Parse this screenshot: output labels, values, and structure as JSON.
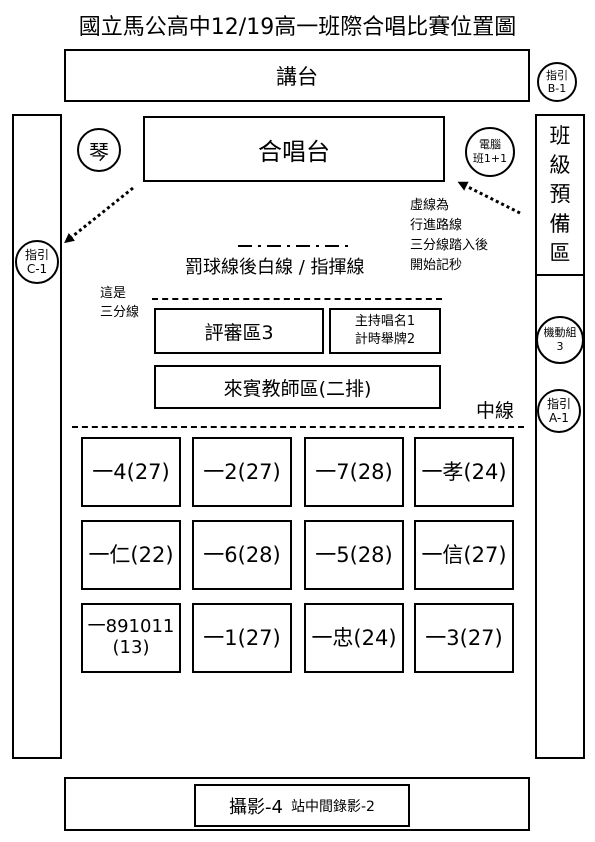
{
  "title": "國立馬公高中12/19高一班際合唱比賽位置圖",
  "podium": "講台",
  "guide_b1": [
    "指引",
    "B-1"
  ],
  "guide_c1": [
    "指引",
    "C-1"
  ],
  "guide_a1": [
    "指引",
    "A-1"
  ],
  "mobile_group": [
    "機動組",
    "3"
  ],
  "piano": "琴",
  "chorus_stage": "合唱台",
  "computer": [
    "電腦",
    "班1+1"
  ],
  "prep_area": [
    "班",
    "級",
    "預",
    "備",
    "區"
  ],
  "path_note": [
    "虛線為",
    "行進路線",
    "三分線踏入後",
    "開始記秒"
  ],
  "conductor_line": "罰球線後白線 / 指揮線",
  "three_point_note": [
    "這是",
    "三分線"
  ],
  "judges_area": "評審區3",
  "host": [
    "主持唱名1",
    "計時舉牌2"
  ],
  "guest_teachers": "來賓教師區(二排)",
  "center_line": "中線",
  "seats": [
    [
      "一4(27)",
      "一2(27)",
      "一7(28)",
      "一孝(24)"
    ],
    [
      "一仁(22)",
      "一6(28)",
      "一5(28)",
      "一信(27)"
    ],
    [
      "一891011\n(13)",
      "一1(27)",
      "一忠(24)",
      "一3(27)"
    ]
  ],
  "photo_label": "攝影-4",
  "video_label": "站中間錄影-2"
}
